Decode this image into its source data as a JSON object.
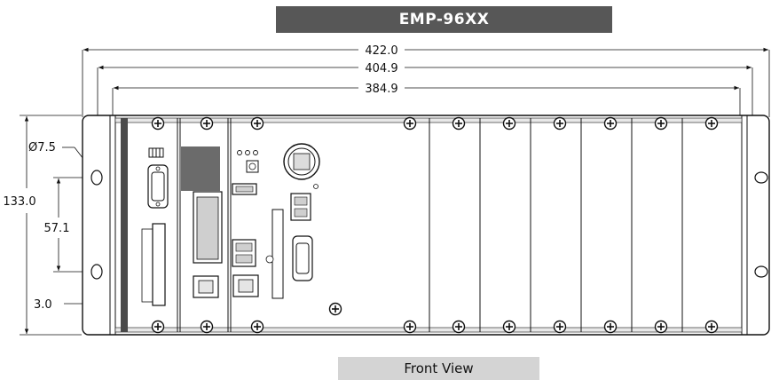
{
  "title": "EMP-96XX",
  "caption": "Front View",
  "dimensions": {
    "width_outer": "422.0",
    "width_mid": "404.9",
    "width_inner": "384.9",
    "height": "133.0",
    "hole_spacing": "57.1",
    "hole_diameter": "Ø7.5",
    "edge_offset": "3.0"
  }
}
